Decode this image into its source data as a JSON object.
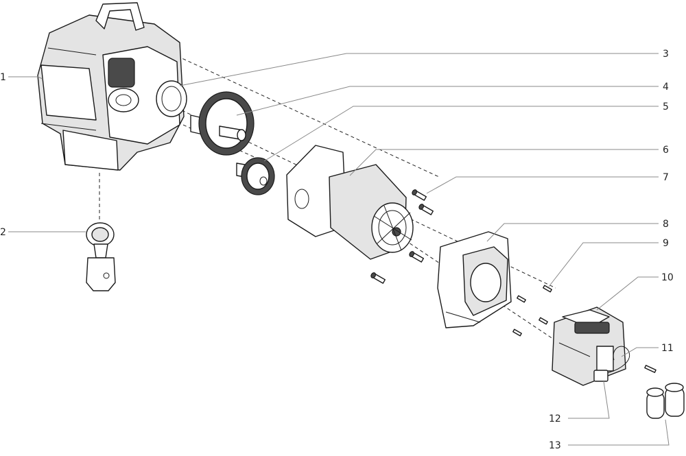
{
  "callouts": [
    {
      "id": "1",
      "label": "1"
    },
    {
      "id": "2",
      "label": "2"
    },
    {
      "id": "3",
      "label": "3"
    },
    {
      "id": "4",
      "label": "4"
    },
    {
      "id": "5",
      "label": "5"
    },
    {
      "id": "6",
      "label": "6"
    },
    {
      "id": "7",
      "label": "7"
    },
    {
      "id": "8",
      "label": "8"
    },
    {
      "id": "9",
      "label": "9"
    },
    {
      "id": "10",
      "label": "10"
    },
    {
      "id": "11",
      "label": "11"
    },
    {
      "id": "12",
      "label": "12"
    },
    {
      "id": "13",
      "label": "13"
    }
  ],
  "colors": {
    "line": "#1a1a1a",
    "leader": "#888888",
    "fill": "#ffffff",
    "shade": "#e4e4e4"
  }
}
